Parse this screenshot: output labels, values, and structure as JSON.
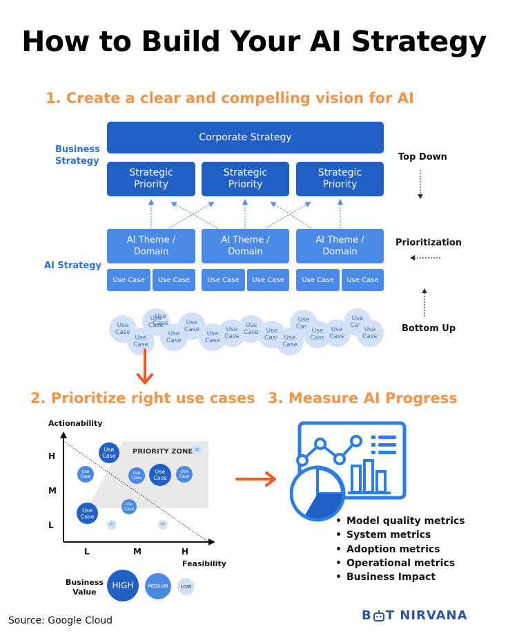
{
  "title": "How to Build Your AI Strategy",
  "section1": "1. Create a clear and compelling vision for AI",
  "section2": "2. Prioritize right use cases",
  "section3": "3. Measure AI Progress",
  "left_labels": {
    "business": "Business\nStrategy",
    "ai": "AI Strategy"
  },
  "right_labels": {
    "top_down": "Top Down",
    "prioritization": "Prioritization",
    "bottom_up": "Bottom Up"
  },
  "corporate_strategy": "Corporate Strategy",
  "strategic_priorities": [
    "Strategic\nPriority",
    "Strategic\nPriority",
    "Strategic\nPriority"
  ],
  "ai_themes": [
    "AI Theme /\nDomain",
    "AI Theme /\nDomain",
    "AI Theme /\nDomain"
  ],
  "use_case_label": "Use Case",
  "bubble_use_cases": [
    "Use\nCase",
    "Use\nCase",
    "Use\nCase",
    "Use\nCase",
    "Use\nCase",
    "Use\nCase",
    "Use\nCase",
    "Use\nCase",
    "Use\nCase",
    "Use\nCase",
    "Use\nCase",
    "Use\nCase",
    "Use\nCase",
    "Use\nCase",
    "Use\nCase",
    "Use\nCase"
  ],
  "matrix": {
    "y_axis_label": "Actionability",
    "x_axis_label": "Feasibility",
    "y_ticks": [
      "H",
      "M",
      "L"
    ],
    "x_ticks": [
      "L",
      "M",
      "H"
    ],
    "priority_zone": "PRIORITY ZONE",
    "use_case_text": "Use\nCase",
    "uc_text": "UC",
    "colors": {
      "high": "#1f5fc6",
      "medium": "#4a8ae6",
      "low": "#d4e2f7"
    }
  },
  "legend": {
    "title": "Business\nValue",
    "high": "HIGH",
    "medium": "MEDIUM",
    "low": "LOW"
  },
  "metrics": [
    "Model quality metrics",
    "System metrics",
    "Adoption metrics",
    "Operational metrics",
    "Business Impact"
  ],
  "source": "Source: Google Cloud",
  "brand": {
    "left": "B",
    "right": "T NIRVANA"
  },
  "accent_orange": "#f05a22",
  "accent_blue": "#1f5fc6"
}
